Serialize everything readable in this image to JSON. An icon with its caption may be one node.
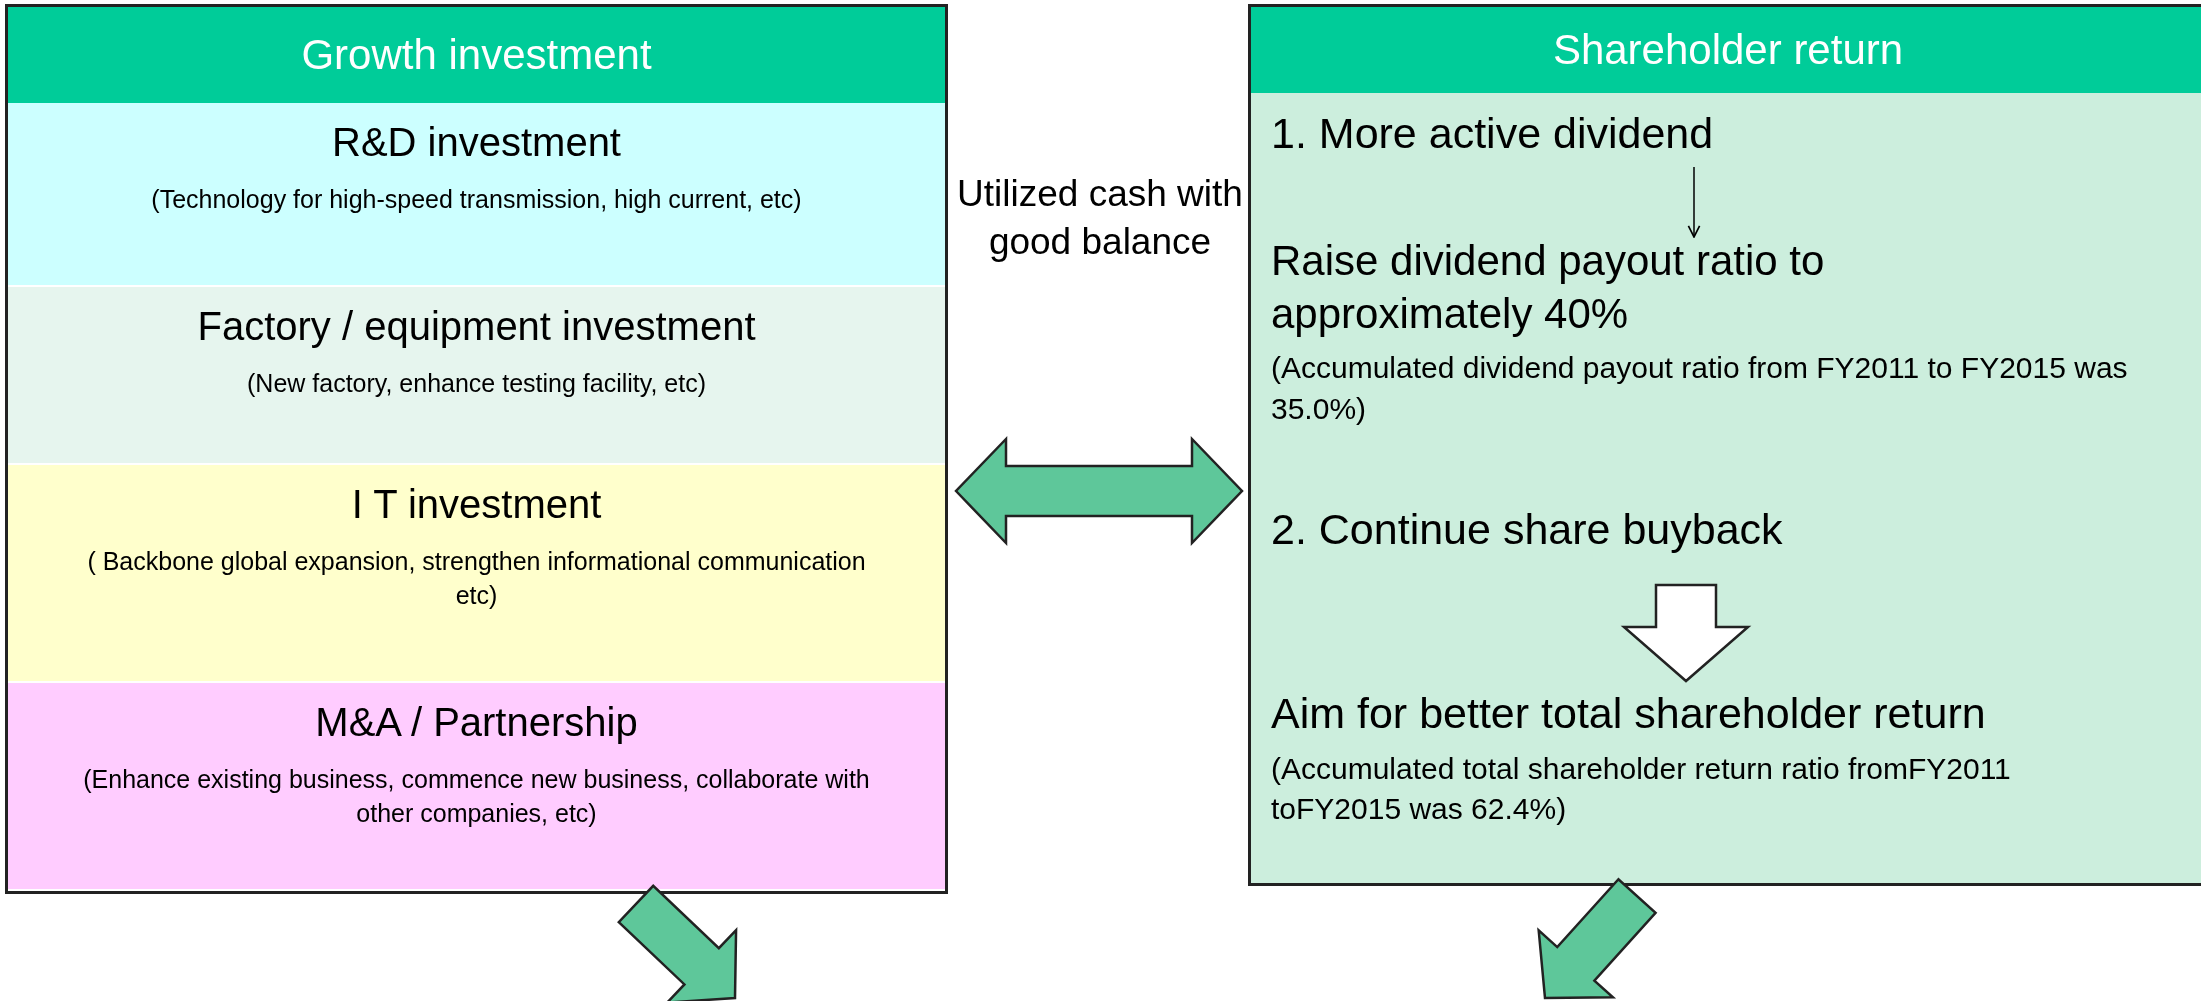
{
  "diagram": {
    "nodes": [
      {
        "text": [
          "Growth investment"
        ]
      },
      {
        "text": [
          "R&D investment",
          "(Technology for high-speed transmission, high current, etc)"
        ],
        "in": 0
      },
      {
        "text": [
          "Factory / equipment investment",
          "(New factory, enhance testing facility, etc)"
        ],
        "in": 0
      },
      {
        "text": [
          "I T investment",
          "( Backbone global expansion, strengthen informational communication etc)"
        ],
        "in": 0
      },
      {
        "text": [
          "M&A / Partnership",
          "(Enhance existing business, commence new business, collaborate with other companies, etc)"
        ],
        "in": 0
      },
      {
        "text": [
          "Shareholder return"
        ]
      },
      {
        "text": [
          "1. More active dividend"
        ],
        "in": 5
      },
      {
        "text": [
          "Raise dividend payout ratio to approximately 40%",
          "(Accumulated dividend payout ratio from FY2011 to FY2015 was 35.0%)"
        ],
        "in": 5
      },
      {
        "text": [
          "2. Continue share buyback"
        ],
        "in": 5
      },
      {
        "text": [
          "Aim for better total shareholder return",
          "(Accumulated total shareholder return ratio fromFY2011 toFY2015 was 62.4%)"
        ],
        "in": 5
      }
    ],
    "edges": [
      {
        "from": 0,
        "to": 5,
        "arrow": "both",
        "style": "thick",
        "color": "#5ec79a"
      },
      {
        "from": 6,
        "to": 7,
        "arrow": "to"
      },
      {
        "from": 8,
        "to": 9,
        "arrow": "to",
        "style": "thick",
        "color": "#ffffff"
      },
      {
        "from": 0,
        "to": null,
        "arrow": "to",
        "style": "thick",
        "color": "#5ec79a"
      },
      {
        "from": 5,
        "to": null,
        "arrow": "to",
        "style": "thick",
        "color": "#5ec79a"
      }
    ],
    "labels": [
      "Utilized cash with good balance"
    ]
  }
}
